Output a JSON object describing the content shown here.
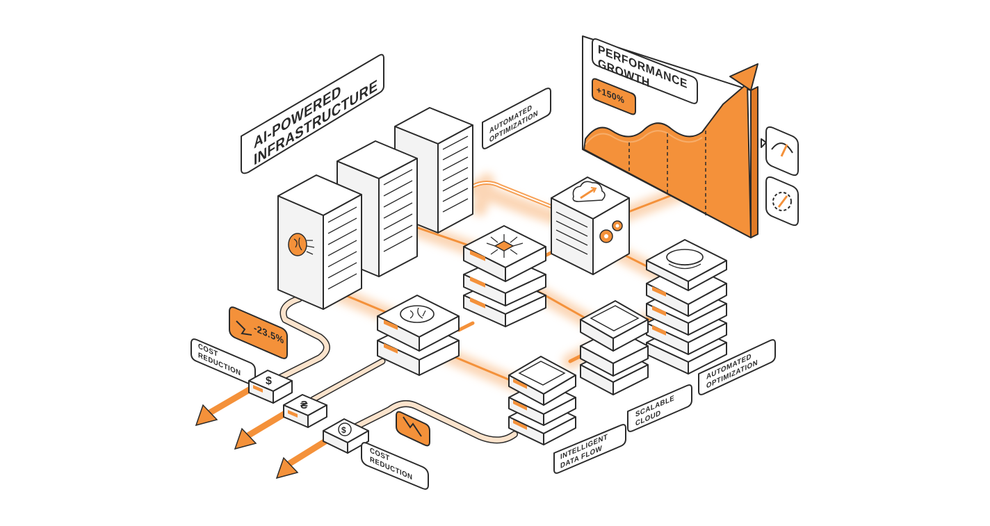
{
  "labels": {
    "ai_infra": [
      "AI-POWERED",
      "INFRASTRUCTURE"
    ],
    "automated_top": [
      "AUTOMATED",
      "OPTIMIZATION"
    ],
    "performance": [
      "PERFORMANCE",
      "GROWTH"
    ],
    "perf_badge": "+150%",
    "cost_badge": "-23.5%",
    "cost_reduction_left": [
      "COST",
      "REDUCTION"
    ],
    "cost_reduction_bottom": [
      "COST",
      "REDUCTION"
    ],
    "intelligent": [
      "INTELLIGENT",
      "DATA FLOW"
    ],
    "scalable": [
      "SCALABLE",
      "CLOUD"
    ],
    "automated_right": [
      "AUTOMATED",
      "OPTIMIZATION"
    ]
  },
  "colors": {
    "accent": "#f4913a",
    "accent_light": "#f9c08a",
    "glow": "#fbd2ae",
    "line": "#2b2b2b",
    "surface": "#ffffff",
    "shade": "#f1f1f1"
  },
  "icons": [
    "brain-icon",
    "chip-icon",
    "cloud-sync-icon",
    "gears-icon",
    "database-icon",
    "dollar-icon",
    "gauge-icon",
    "arrow-trend-down-icon"
  ]
}
